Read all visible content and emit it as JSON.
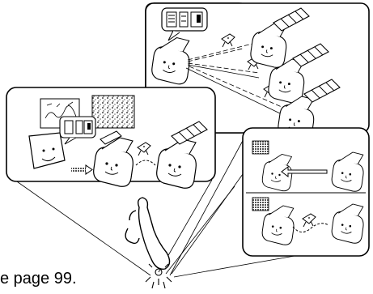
{
  "caption": "e page 99.",
  "colors": {
    "ink": "#000000",
    "paper": "#ffffff",
    "texture": "#9a9a9a"
  },
  "icons": [
    "thinking-hand-icon",
    "fax-machine-icon",
    "flying-document-icon",
    "image-document-icon"
  ],
  "panels": [
    {
      "id": "panel-broadcast",
      "description_hidden": true
    },
    {
      "id": "panel-send-image"
    },
    {
      "id": "panel-poll-exchange"
    }
  ]
}
